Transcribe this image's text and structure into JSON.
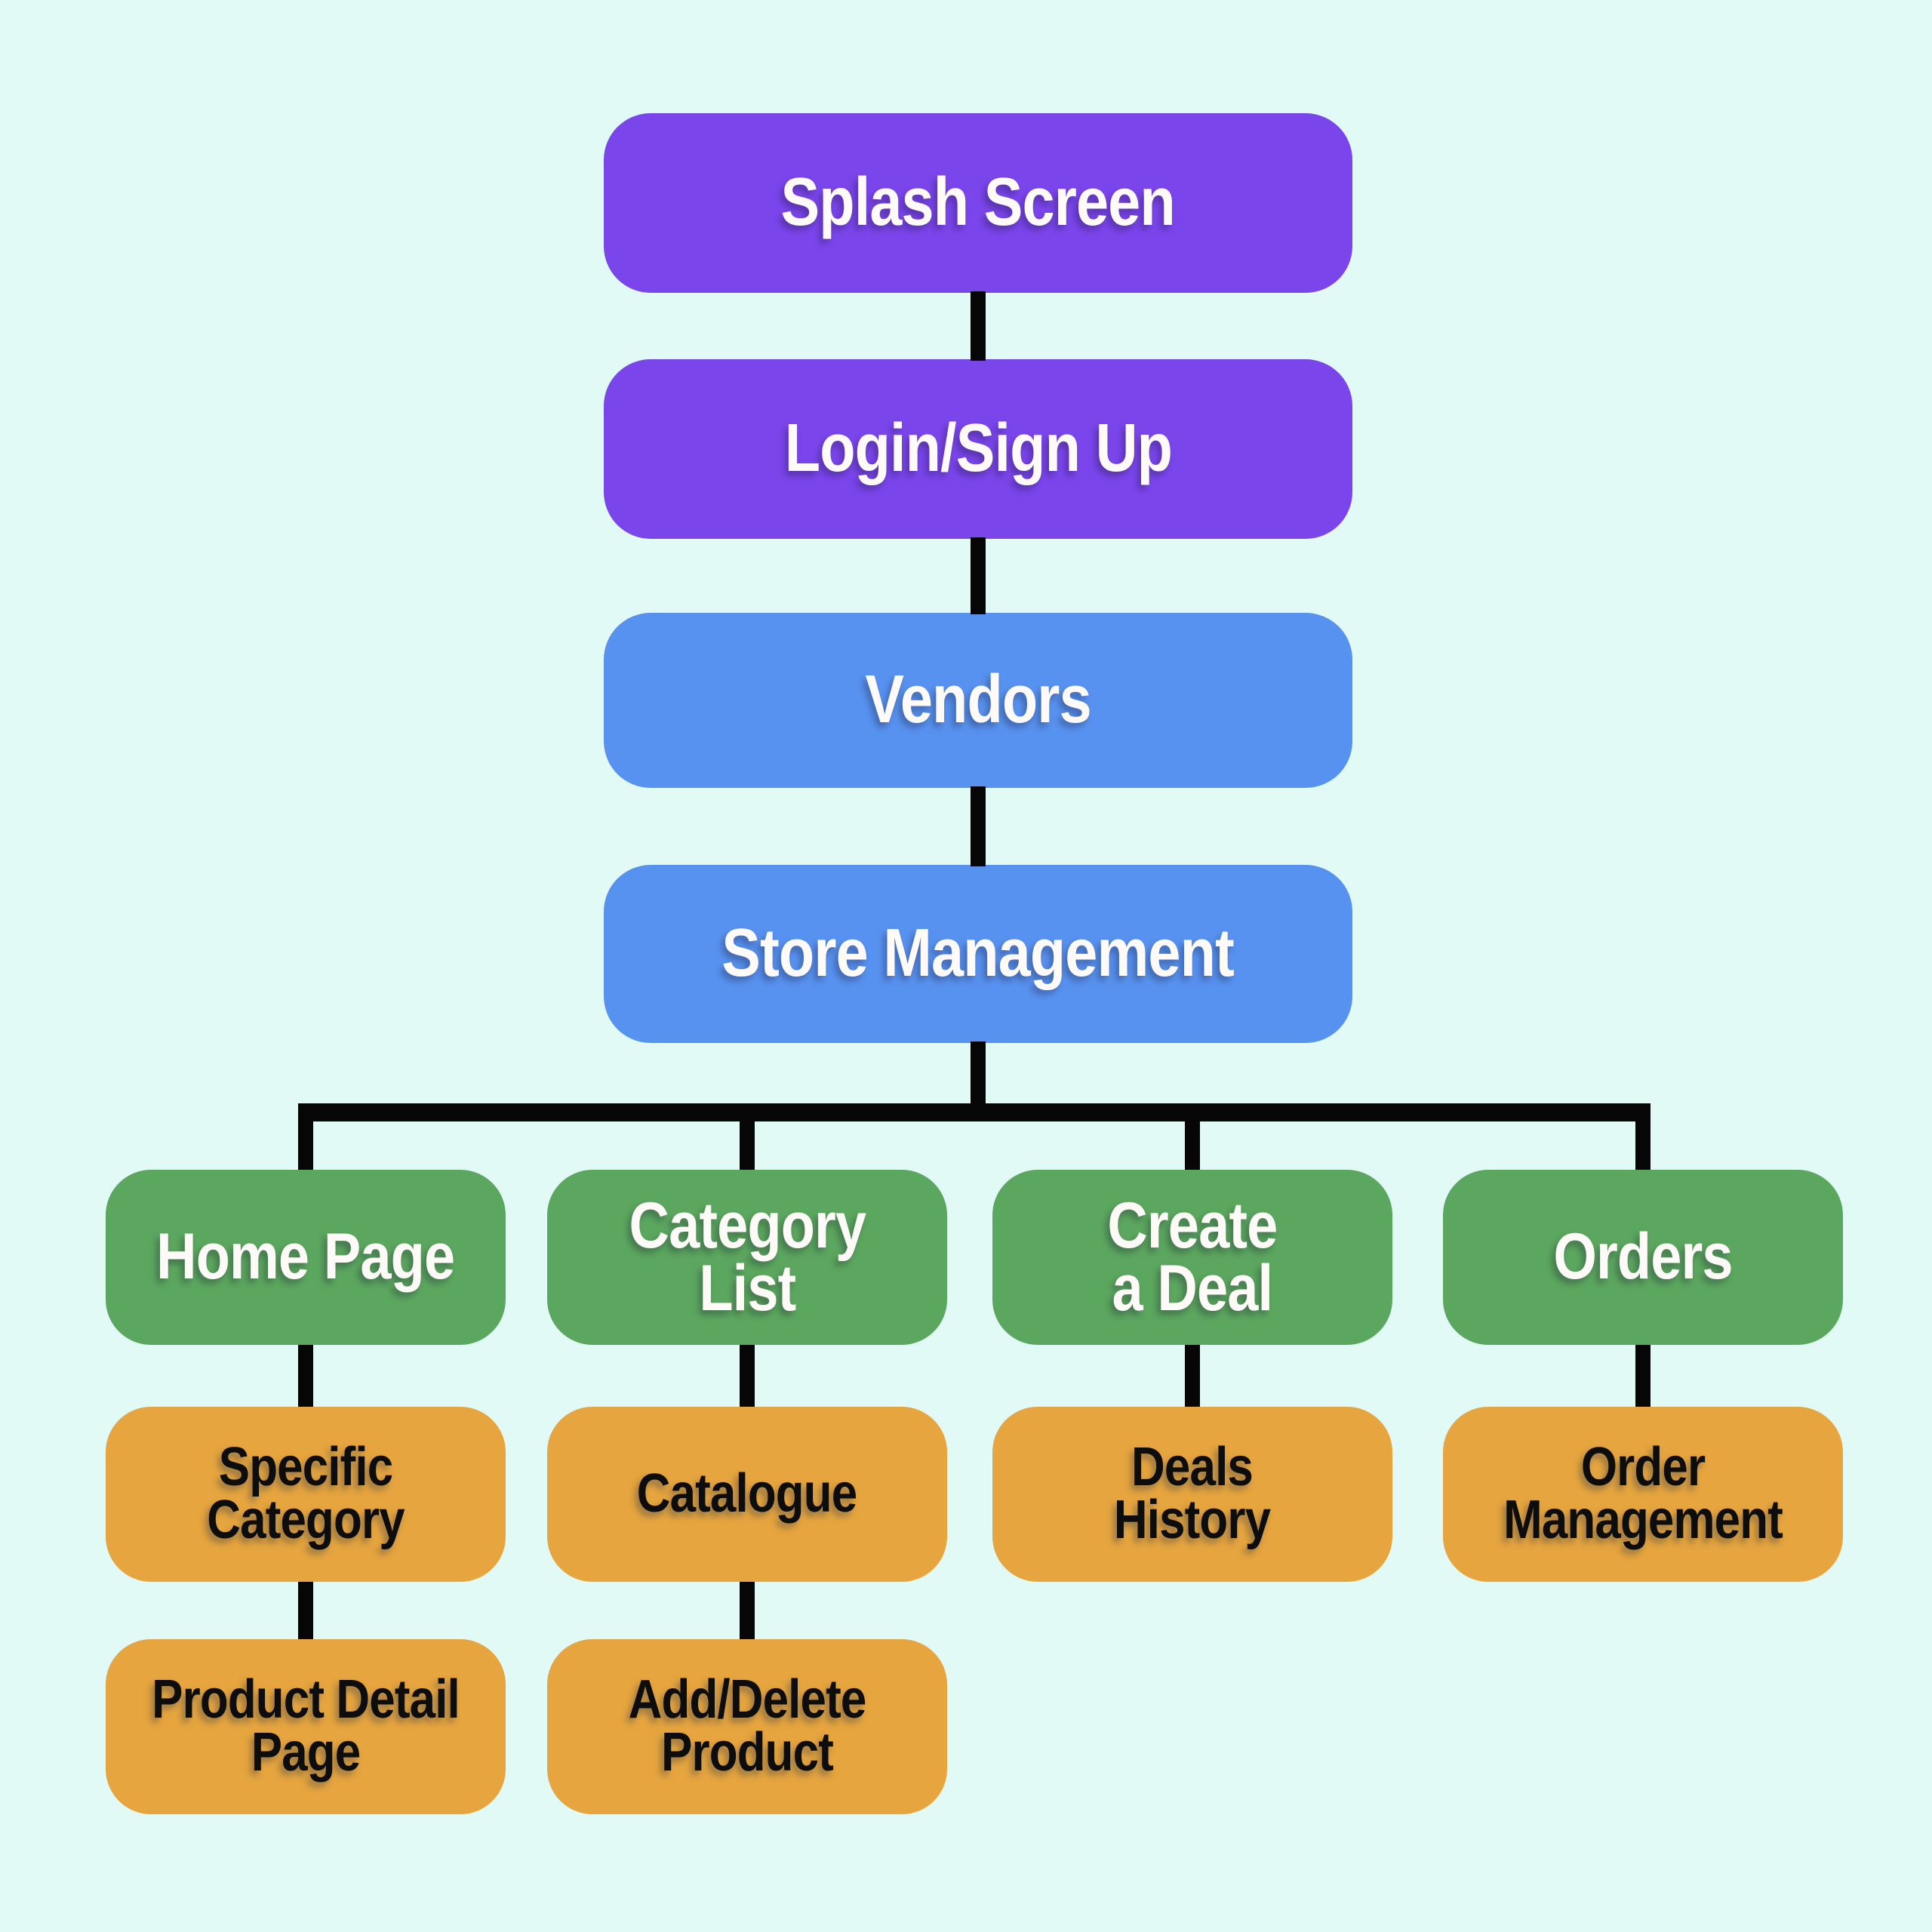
{
  "colors": {
    "background": "#E2FAF6",
    "purple": "#7B45EC",
    "blue": "#5892F0",
    "green": "#5CA75F",
    "orange": "#E6A53E",
    "connector": "#060606",
    "text_light": "#FDFAF8",
    "text_dark": "#0D0D0D"
  },
  "nodes": {
    "splash": {
      "lines": [
        "Splash Screen"
      ]
    },
    "login": {
      "lines": [
        "Login/Sign Up"
      ]
    },
    "vendors": {
      "lines": [
        "Vendors"
      ]
    },
    "store": {
      "lines": [
        "Store Management"
      ]
    },
    "home": {
      "lines": [
        "Home Page"
      ]
    },
    "category_list": {
      "lines": [
        "Category",
        "List"
      ]
    },
    "create_deal": {
      "lines": [
        "Create",
        "a Deal"
      ]
    },
    "orders": {
      "lines": [
        "Orders"
      ]
    },
    "specific_category": {
      "lines": [
        "Specific",
        "Category"
      ]
    },
    "catalogue": {
      "lines": [
        "Catalogue"
      ]
    },
    "deals_history": {
      "lines": [
        "Deals",
        "History"
      ]
    },
    "order_management": {
      "lines": [
        "Order",
        "Management"
      ]
    },
    "product_detail": {
      "lines": [
        "Product Detail",
        "Page"
      ]
    },
    "add_delete": {
      "lines": [
        "Add/Delete",
        "Product"
      ]
    }
  },
  "hierarchy": {
    "main_flow": [
      "Splash Screen",
      "Login/Sign Up",
      "Vendors",
      "Store Management"
    ],
    "store_children": [
      {
        "label": "Home Page",
        "children": [
          "Specific Category",
          "Product Detail Page"
        ]
      },
      {
        "label": "Category List",
        "children": [
          "Catalogue",
          "Add/Delete Product"
        ]
      },
      {
        "label": "Create a Deal",
        "children": [
          "Deals History"
        ]
      },
      {
        "label": "Orders",
        "children": [
          "Order Management"
        ]
      }
    ]
  }
}
